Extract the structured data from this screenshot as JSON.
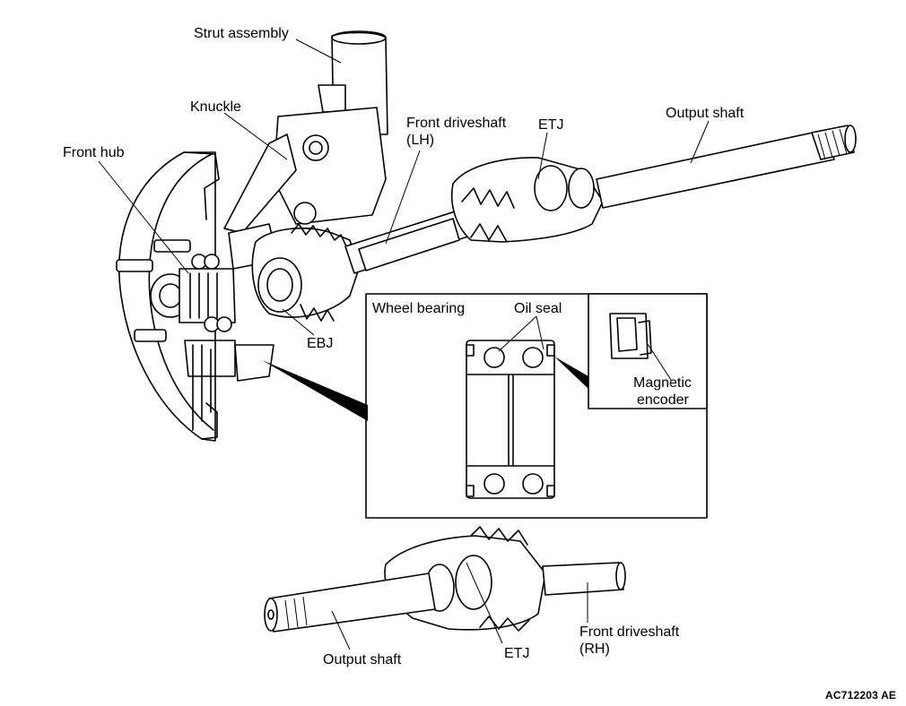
{
  "labels": {
    "strut_assembly": "Strut assembly",
    "knuckle": "Knuckle",
    "front_hub": "Front hub",
    "front_driveshaft_lh_1": "Front driveshaft",
    "front_driveshaft_lh_2": "(LH)",
    "etj_top": "ETJ",
    "output_shaft_top": "Output shaft",
    "ebj": "EBJ",
    "wheel_bearing": "Wheel bearing",
    "oil_seal": "Oil seal",
    "magnetic_encoder_1": "Magnetic",
    "magnetic_encoder_2": "encoder",
    "output_shaft_bottom": "Output shaft",
    "etj_bottom": "ETJ",
    "front_driveshaft_rh_1": "Front driveshaft",
    "front_driveshaft_rh_2": "(RH)"
  },
  "figure_code": "AC712203 AE",
  "colors": {
    "ink": "#000000",
    "paper": "#ffffff"
  }
}
